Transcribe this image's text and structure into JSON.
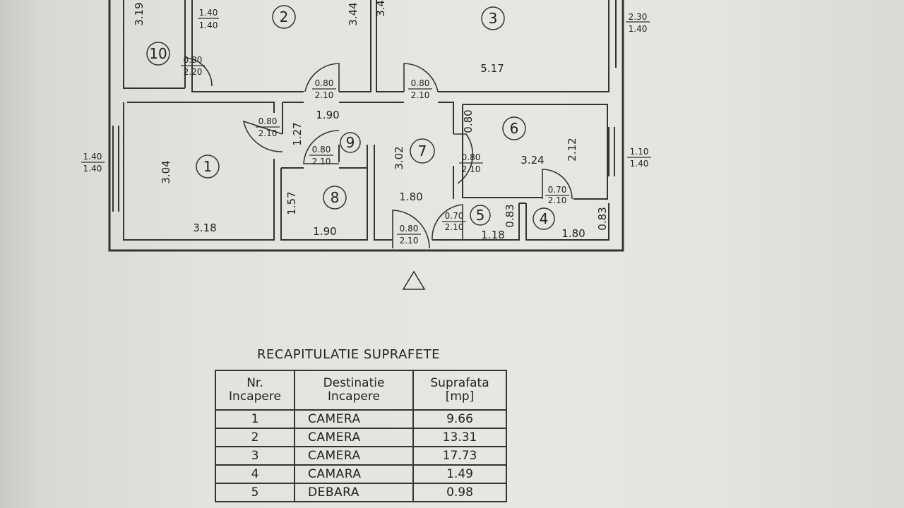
{
  "plan": {
    "rooms": [
      {
        "id": "1",
        "num": "1"
      },
      {
        "id": "2",
        "num": "2"
      },
      {
        "id": "3",
        "num": "3"
      },
      {
        "id": "4",
        "num": "4"
      },
      {
        "id": "5",
        "num": "5"
      },
      {
        "id": "6",
        "num": "6"
      },
      {
        "id": "7",
        "num": "7"
      },
      {
        "id": "8",
        "num": "8"
      },
      {
        "id": "9",
        "num": "9"
      },
      {
        "id": "10",
        "num": "10"
      }
    ],
    "dims": {
      "r1_h": "3.04",
      "r1_w": "3.18",
      "r2_h": "3.44",
      "r3_h": "3.4",
      "r3_w": "5.17",
      "r10_h": "3.19",
      "r4_w": "1.80",
      "r4_h": "0.83",
      "r5_w": "1.18",
      "r5_h": "0.83",
      "r6_w": "3.24",
      "r6_h": "2.12",
      "r7_h": "3.02",
      "r7_w": "1.80",
      "r8_h": "1.57",
      "r8_w": "1.90",
      "hall_w": "1.90",
      "hall_h": "1.27",
      "stub_080": "0.80"
    },
    "windows": [
      {
        "id": "w-top-left",
        "top": "1.40",
        "bottom": "1.40"
      },
      {
        "id": "w-top-right",
        "top": "2.30",
        "bottom": "1.40"
      },
      {
        "id": "w-left",
        "top": "1.40",
        "bottom": "1.40"
      },
      {
        "id": "w-right",
        "top": "1.10",
        "bottom": "1.40"
      }
    ],
    "doors": [
      {
        "id": "d10",
        "top": "0.80",
        "bottom": "2.20"
      },
      {
        "id": "d2",
        "top": "0.80",
        "bottom": "2.10"
      },
      {
        "id": "d3",
        "top": "0.80",
        "bottom": "2.10"
      },
      {
        "id": "d1",
        "top": "0.80",
        "bottom": "2.10"
      },
      {
        "id": "d8",
        "top": "0.80",
        "bottom": "2.10"
      },
      {
        "id": "d6",
        "top": "0.80",
        "bottom": "2.10"
      },
      {
        "id": "d4",
        "top": "0.70",
        "bottom": "2.10"
      },
      {
        "id": "d5",
        "top": "0.70",
        "bottom": "2.10"
      },
      {
        "id": "d-entry",
        "top": "0.80",
        "bottom": "2.10"
      }
    ]
  },
  "summary": {
    "title": "RECAPITULATIE SUPRAFETE",
    "headers": {
      "nr_line1": "Nr.",
      "nr_line2": "Incapere",
      "dest_line1": "Destinatie",
      "dest_line2": "Incapere",
      "area_line1": "Suprafata",
      "area_line2": "[mp]"
    },
    "rows": [
      {
        "nr": "1",
        "dest": "CAMERA",
        "area": "9.66"
      },
      {
        "nr": "2",
        "dest": "CAMERA",
        "area": "13.31"
      },
      {
        "nr": "3",
        "dest": "CAMERA",
        "area": "17.73"
      },
      {
        "nr": "4",
        "dest": "CAMARA",
        "area": "1.49"
      },
      {
        "nr": "5",
        "dest": "DEBARA",
        "area": "0.98"
      }
    ]
  }
}
